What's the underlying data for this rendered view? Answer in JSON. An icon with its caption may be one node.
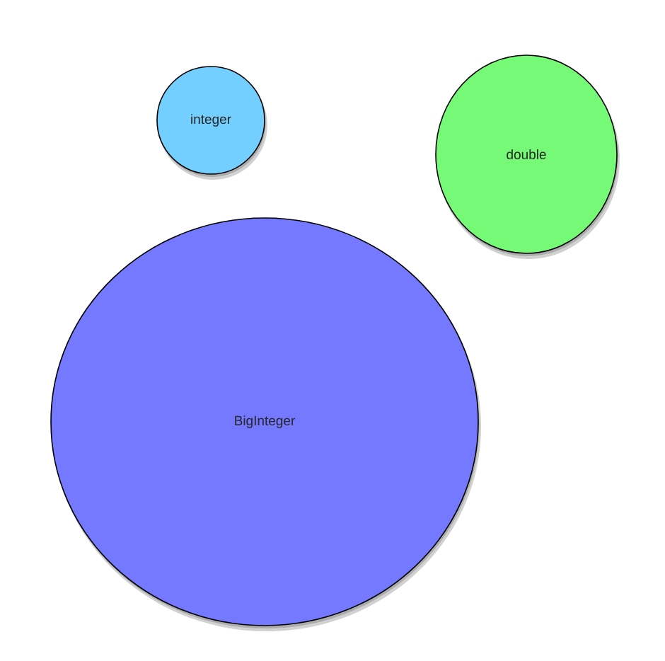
{
  "diagram": {
    "nodes": [
      {
        "text": [
          "integer"
        ]
      },
      {
        "text": [
          "double"
        ]
      },
      {
        "text": [
          "BigInteger"
        ]
      }
    ]
  }
}
